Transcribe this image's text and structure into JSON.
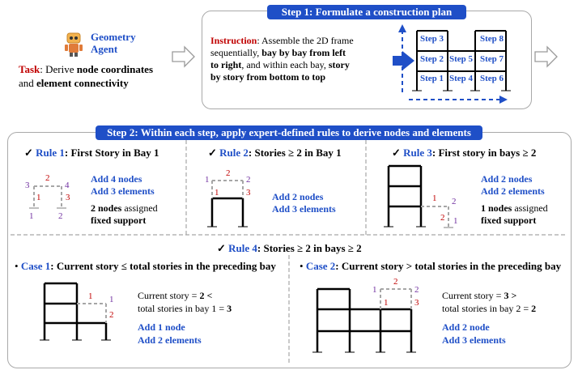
{
  "agent": {
    "name_line1": "Geometry",
    "name_line2": "Agent",
    "task_label": "Task",
    "task_text_1": ": Derive ",
    "task_bold_1": "node coordinates",
    "task_text_2": "and ",
    "task_bold_2": "element connectivity"
  },
  "step1": {
    "title": "Step 1: Formulate a construction plan",
    "instruction_label": "Instruction",
    "line1": ": Assemble the 2D frame",
    "line2a": "sequentially, ",
    "line2b": "bay by bay from left",
    "line3a": "to right",
    "line3b": ", and within each bay, ",
    "line3c": "story",
    "line4": "by story from bottom to top",
    "grid": [
      "Step 1",
      "Step 2",
      "Step 3",
      "Step 4",
      "Step 5",
      "Step 6",
      "Step 7",
      "Step 8"
    ]
  },
  "step2": {
    "title": "Step 2: Within each step, apply expert-defined rules to derive nodes and elements"
  },
  "rule1": {
    "check": "✓",
    "label": "Rule 1",
    "title": ": First Story in Bay 1",
    "add1": "Add 4 nodes",
    "add2": "Add 3 elements",
    "sup1": "2 nodes",
    "sup2": " assigned",
    "sup3": "fixed support",
    "node_labels": [
      "3",
      "4",
      "1",
      "2"
    ],
    "elem_labels": [
      "2",
      "1",
      "3"
    ]
  },
  "rule2": {
    "check": "✓",
    "label": "Rule 2",
    "title": ": Stories ≥ 2 in Bay 1",
    "add1": "Add 2 nodes",
    "add2": "Add 3 elements",
    "node_labels": [
      "1",
      "2"
    ],
    "elem_labels": [
      "2",
      "1",
      "3"
    ]
  },
  "rule3": {
    "check": "✓",
    "label": "Rule 3",
    "title": ": First story in bays ≥ 2",
    "add1": "Add 2 nodes",
    "add2": "Add 2 elements",
    "sup1": "1 nodes",
    "sup2": " assigned",
    "sup3": "fixed support",
    "node_labels": [
      "2",
      "1"
    ],
    "elem_labels": [
      "1",
      "2"
    ]
  },
  "rule4": {
    "check": "✓",
    "label": "Rule 4",
    "title": ": Stories ≥ 2 in bays ≥ 2",
    "case1_label": "Case 1",
    "case1_title": ": Current story ≤ total stories in the preceding bay",
    "case1_line1a": "Current story = ",
    "case1_line1b": "2 <",
    "case1_line2a": "total stories in bay 1 = ",
    "case1_line2b": "3",
    "case1_add1": "Add 1 node",
    "case1_add2": "Add 2 elements",
    "case1_node": "1",
    "case1_elems": [
      "1",
      "2"
    ],
    "case2_label": "Case 2",
    "case2_title": ": Current story > total stories in the preceding bay",
    "case2_line1a": "Current story = ",
    "case2_line1b": "3 >",
    "case2_line2a": "total stories in bay 2 = ",
    "case2_line2b": "2",
    "case2_add1": "Add 2 node",
    "case2_add2": "Add 3 elements",
    "case2_nodes": [
      "1",
      "2"
    ],
    "case2_elems": [
      "2",
      "1",
      "3"
    ]
  },
  "colors": {
    "accent": "#1f4fc7",
    "element": "#c00000",
    "node": "#7030a0",
    "dashed": "#a6a6a6"
  }
}
